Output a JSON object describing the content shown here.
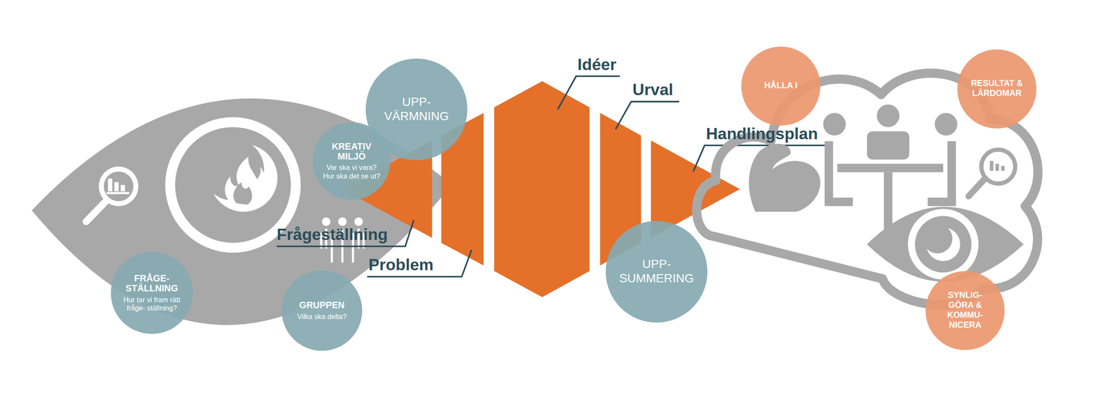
{
  "diagram": {
    "nodes": [
      {
        "text": [
          "FRÅGE- STÄLLNING",
          "Hur tar vi fram rätt fråge- ställning?"
        ]
      },
      {
        "text": [
          "GRUPPEN",
          "Vilka ska delta?"
        ]
      },
      {
        "text": [
          "KREATIV MILJÖ",
          "Var ska vi vara? Hur ska det se ut?"
        ]
      },
      {
        "text": [
          "UPP- VÄRMNING"
        ]
      },
      {
        "text": [
          "UPP- SUMMERING"
        ]
      },
      {
        "text": [
          "HÅLLA I"
        ]
      },
      {
        "text": [
          "RESULTAT & LÄRDOMAR"
        ]
      },
      {
        "text": [
          "SYNLIG- GÖRA & KOMMU- NICERA"
        ]
      }
    ],
    "labels": [
      "Idéer",
      "Urval",
      "Handlingsplan",
      "Frågeställning",
      "Problem"
    ]
  }
}
